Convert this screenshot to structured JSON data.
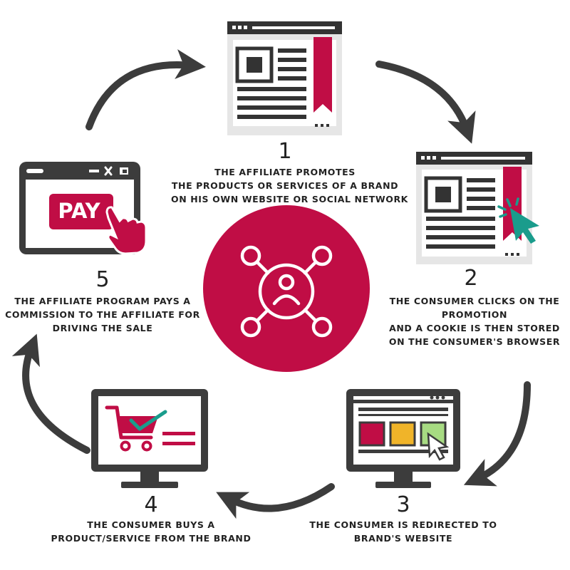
{
  "colors": {
    "accent": "#c00d45",
    "dark": "#3c3c3c",
    "grey_panel": "#e6e6e6",
    "teal": "#1a9c8c",
    "yellow": "#f0b429",
    "green": "#a7db82"
  },
  "steps": [
    {
      "number": "1",
      "lines": [
        "THE AFFILIATE PROMOTES",
        "THE PRODUCTS OR SERVICES OF A BRAND",
        "ON HIS OWN WEBSITE OR SOCIAL NETWORK"
      ]
    },
    {
      "number": "2",
      "lines": [
        "THE CONSUMER CLICKS ON THE",
        "PROMOTION",
        "AND A COOKIE IS THEN STORED",
        "ON THE CONSUMER'S BROWSER"
      ]
    },
    {
      "number": "3",
      "lines": [
        "THE CONSUMER IS REDIRECTED TO",
        "BRAND'S WEBSITE"
      ]
    },
    {
      "number": "4",
      "lines": [
        "THE CONSUMER BUYS A",
        "PRODUCT/SERVICE FROM THE BRAND"
      ]
    },
    {
      "number": "5",
      "lines": [
        "THE AFFILIATE PROGRAM PAYS A",
        "COMMISSION TO THE AFFILIATE FOR",
        "DRIVING THE SALE"
      ]
    }
  ],
  "pay_button": {
    "label": "PAY"
  },
  "icons": {
    "center": "network-user-icon",
    "step1": "webpage-bookmark-icon",
    "step2": "webpage-click-icon",
    "step3": "monitor-products-icon",
    "step4": "monitor-cart-icon",
    "step5": "browser-pay-icon"
  }
}
